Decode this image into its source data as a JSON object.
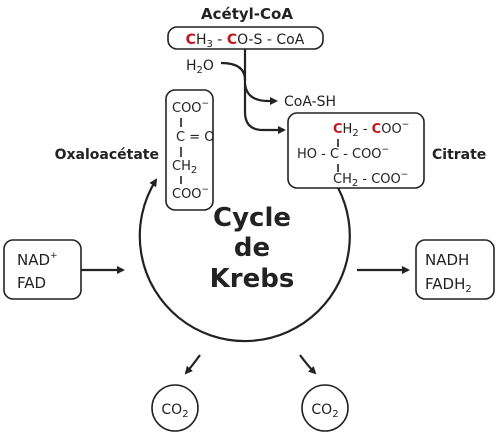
{
  "title_compound": "Acétyl-CoA",
  "acetyl_formula": {
    "c1": "C",
    "h3": "H",
    "h3_sub": "3",
    "rest1": " - ",
    "c2": "C",
    "rest2": "O-S - CoA"
  },
  "water": {
    "h": "H",
    "sub": "2",
    "o": "O"
  },
  "coa_sh": "CoA-SH",
  "oxaloacetate": {
    "label": "Oxaloacétate",
    "lines": [
      "COO",
      "C = O",
      "CH",
      "COO"
    ],
    "ch2_sub": "2",
    "minus": "−"
  },
  "citrate": {
    "label": "Citrate",
    "line1": {
      "c1": "C",
      "h2": "H",
      "sub": "2",
      "mid": " - ",
      "c2": "C",
      "rest": "OO",
      "minus": "−"
    },
    "line2": {
      "ho": "HO - ",
      "c": "C",
      "rest": " - COO",
      "minus": "−"
    },
    "line3": {
      "ch": "CH",
      "sub": "2",
      "rest": " - COO",
      "minus": "−"
    }
  },
  "cycle_title": [
    "Cycle",
    "de",
    "Krebs"
  ],
  "inputs": {
    "nad": "NAD",
    "nad_sup": "+",
    "fad": "FAD"
  },
  "outputs": {
    "nadh": "NADH",
    "fadh": "FADH",
    "fadh_sub": "2"
  },
  "co2": {
    "c": "CO",
    "sub": "2"
  },
  "colors": {
    "highlight": "#c0171d",
    "ink": "#222222"
  }
}
